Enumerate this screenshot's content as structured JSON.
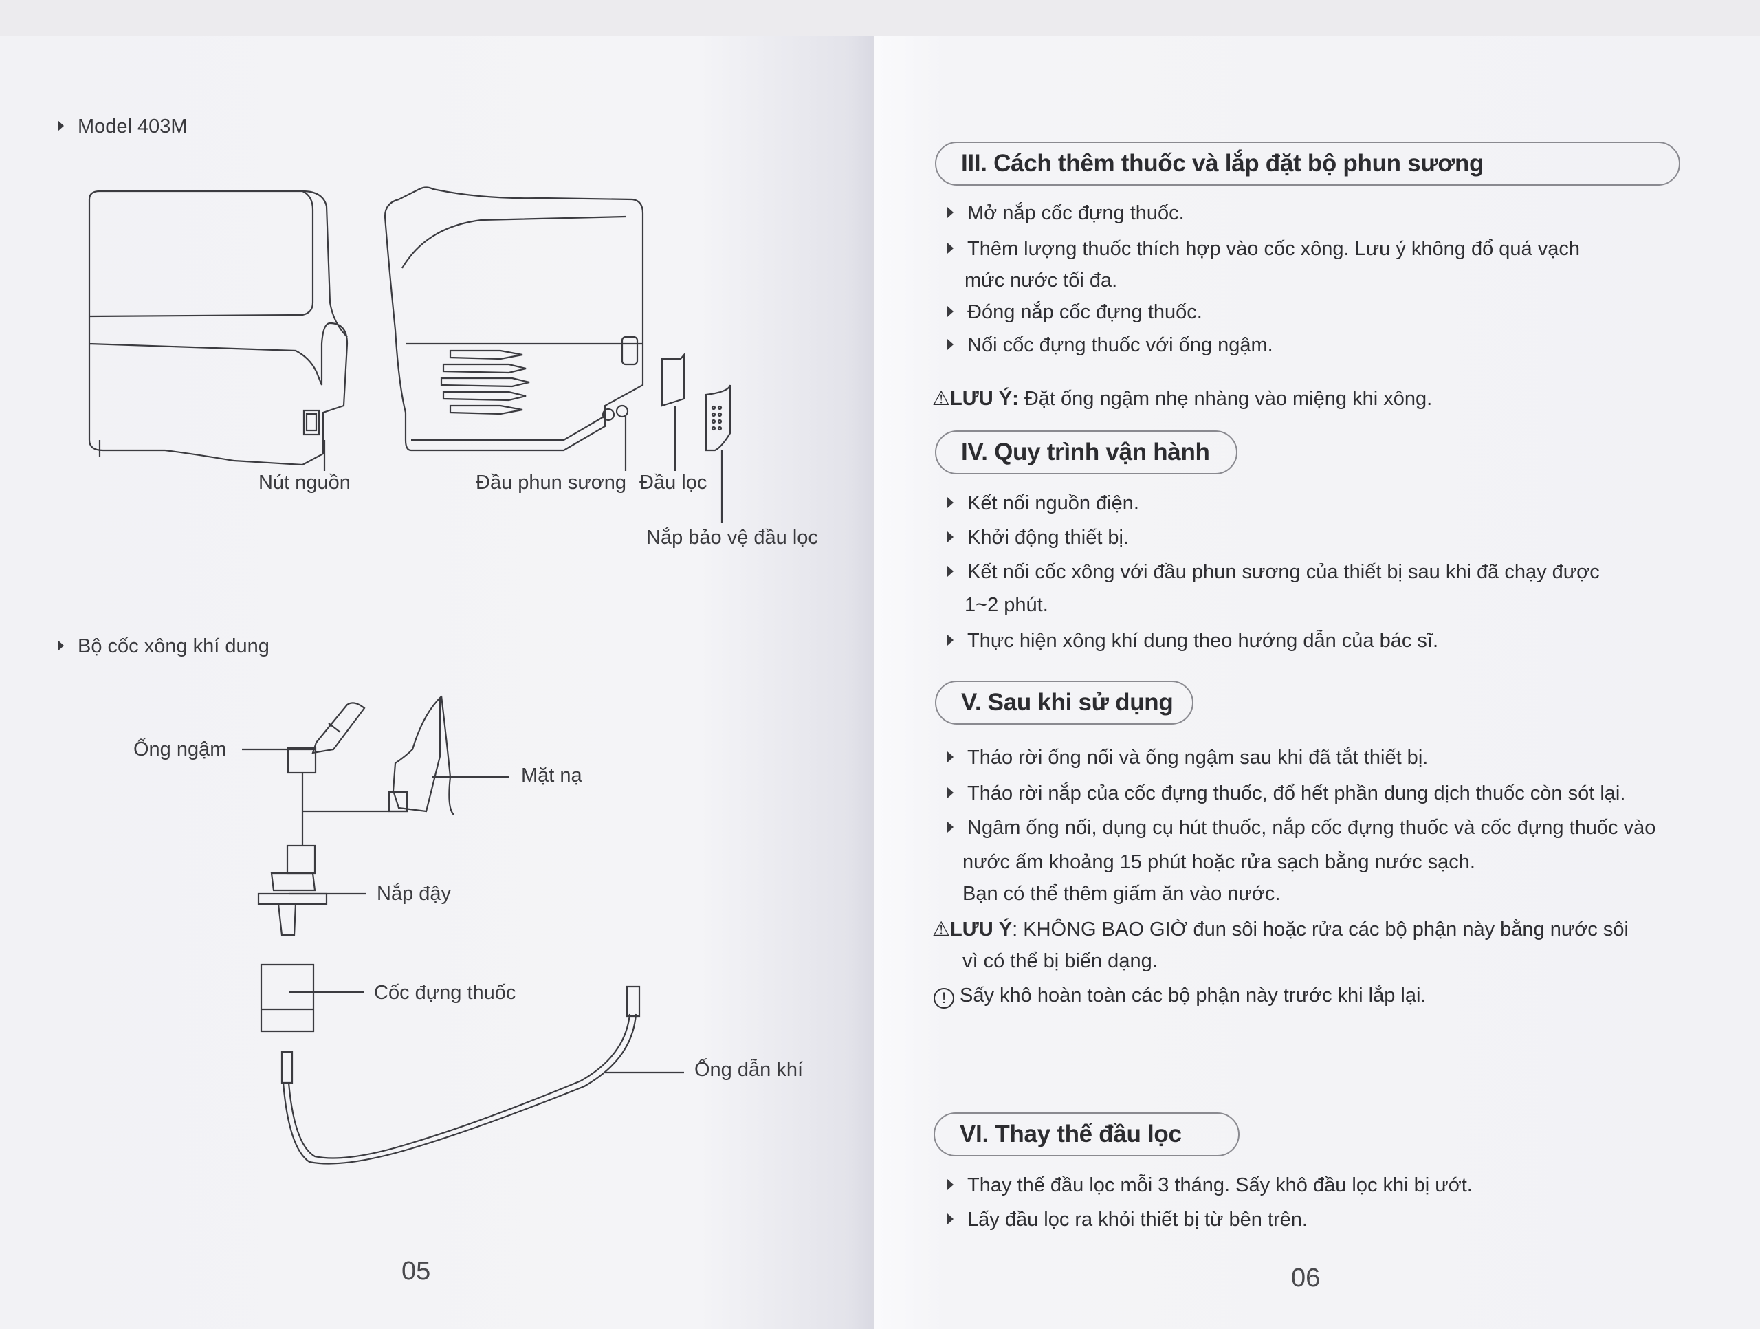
{
  "left_page": {
    "subsection_1": {
      "title": "Model 403M"
    },
    "device_labels": {
      "power_button": "Nút nguồn",
      "nebulizer_outlet": "Đầu phun sương",
      "filter": "Đầu lọc",
      "filter_cover": "Nắp bảo vệ đầu lọc"
    },
    "subsection_2": {
      "title": "Bộ cốc xông khí dung"
    },
    "kit_labels": {
      "mouthpiece": "Ống ngậm",
      "mask": "Mặt nạ",
      "cap": "Nắp đậy",
      "medicine_cup": "Cốc đựng thuốc",
      "air_tube": "Ống dẫn khí"
    },
    "page_number": "05"
  },
  "right_page": {
    "sections": [
      {
        "title": "III. Cách thêm thuốc và lắp đặt bộ phun sương",
        "bullets": [
          "Mở nắp cốc đựng thuốc.",
          "Thêm lượng thuốc thích hợp vào cốc xông. Lưu ý không đổ quá vạch",
          "Đóng nắp cốc đựng thuốc.",
          "Nối cốc đựng thuốc với ống ngậm."
        ],
        "continuation": "mức nước tối đa.",
        "note_label": "LƯU Ý:",
        "note_text": " Đặt ống ngậm nhẹ nhàng vào miệng khi xông."
      },
      {
        "title": "IV. Quy trình vận hành",
        "bullets": [
          "Kết nối nguồn điện.",
          "Khởi động thiết bị.",
          "Kết nối cốc xông với đầu phun sương của thiết bị sau khi đã chạy được",
          "Thực hiện xông khí dung theo hướng dẫn của bác sĩ."
        ],
        "continuation": "1~2 phút."
      },
      {
        "title": "V. Sau khi sử dụng",
        "bullets": [
          "Tháo rời ống nối và ống ngậm sau khi đã tắt thiết bị.",
          "Tháo rời nắp của cốc đựng thuốc, đổ hết phần dung dịch thuốc còn sót lại.",
          "Ngâm ống nối, dụng cụ hút thuốc, nắp cốc đựng thuốc và cốc đựng thuốc vào"
        ],
        "continuation_1": "nước ấm khoảng 15 phút hoặc rửa sạch bằng nước sạch.",
        "continuation_2": "Bạn có thể thêm giấm ăn vào nước.",
        "warning_label": "LƯU Ý",
        "warning_text": ": KHÔNG BAO GIỜ đun sôi hoặc rửa các bộ phận này bằng nước sôi",
        "warning_continuation": "vì có thể bị biến dạng.",
        "info_text": "Sấy khô hoàn toàn các bộ phận này trước khi lắp lại."
      },
      {
        "title": "VI. Thay thế đầu lọc",
        "bullets": [
          "Thay thế đầu lọc mỗi 3 tháng. Sấy khô đầu lọc khi bị ướt.",
          "Lấy đầu lọc ra khỏi thiết bị từ bên trên."
        ]
      }
    ],
    "icons": {
      "warning": "⚠",
      "info": "!"
    },
    "page_number": "06"
  }
}
